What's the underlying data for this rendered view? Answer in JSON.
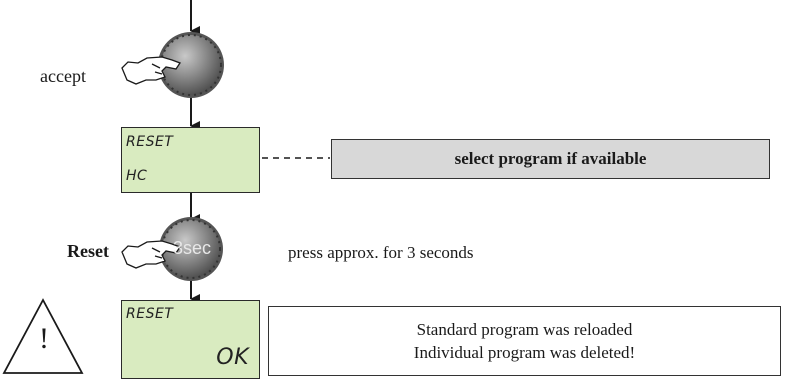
{
  "steps": {
    "accept_label": "accept",
    "reset_label": "Reset",
    "knob_overlay": "3sec",
    "press_hint": "press approx. for 3 seconds"
  },
  "display1": {
    "line1": "RESET",
    "line2": "HC"
  },
  "display2": {
    "line1": "RESET",
    "line2": "OK"
  },
  "note_box": {
    "text": "select program if available"
  },
  "message_box": {
    "line1": "Standard program was reloaded",
    "line2": "Individual program was deleted!"
  },
  "warning": {
    "symbol": "!"
  },
  "colors": {
    "lcd_bg": "#d9ebc0",
    "note_bg": "#d8d8d8",
    "line": "#1a1a1a"
  }
}
